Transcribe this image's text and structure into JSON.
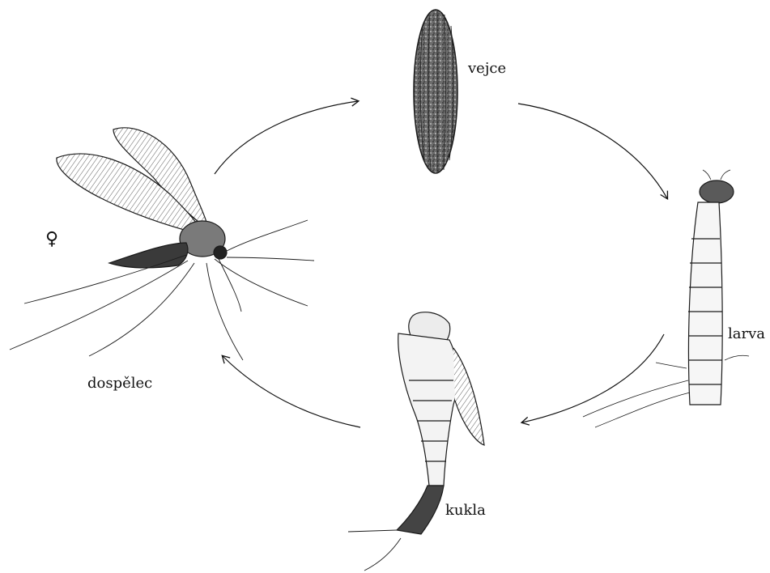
{
  "stages": {
    "egg": "vejce",
    "larva": "larva",
    "pupa": "kukla",
    "adult": "dospělec",
    "female_symbol": "♀"
  },
  "colors": {
    "ink": "#111111",
    "background": "#ffffff"
  }
}
